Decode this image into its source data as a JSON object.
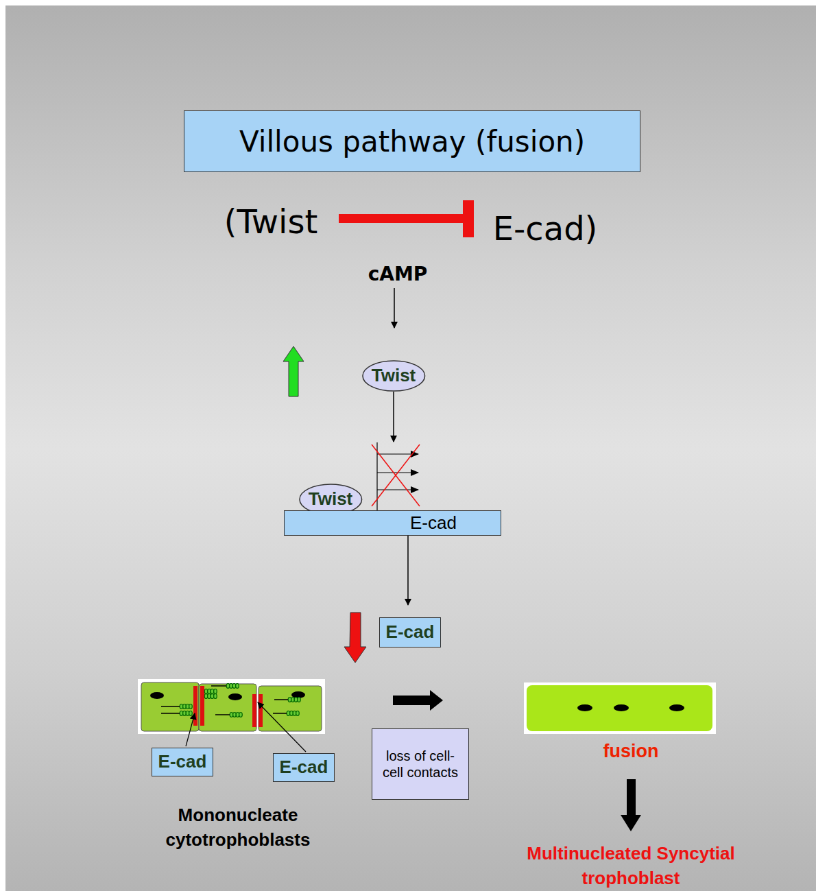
{
  "diagram": {
    "title": "Villous pathway (fusion)",
    "nodes": [
      {
        "text": [
          "Twist"
        ]
      },
      {
        "text": [
          "Twist"
        ]
      },
      {
        "text": [
          "E-cad"
        ]
      },
      {
        "text": [
          "E-cad"
        ]
      },
      {
        "text": [
          "E-cad"
        ]
      },
      {
        "text": [
          "E-cad"
        ]
      },
      {
        "text": [
          "loss of cell-cell contacts"
        ]
      }
    ],
    "edges": [
      {
        "from": 0,
        "to": 2,
        "arrow": "to"
      },
      {
        "from": 2,
        "to": 3,
        "arrow": "to"
      }
    ],
    "labels": [
      "(Twist",
      "E-cad)",
      "cAMP",
      "Mononucleate cytotrophoblasts",
      "fusion",
      "Multinucleated Syncytial trophoblast"
    ]
  }
}
